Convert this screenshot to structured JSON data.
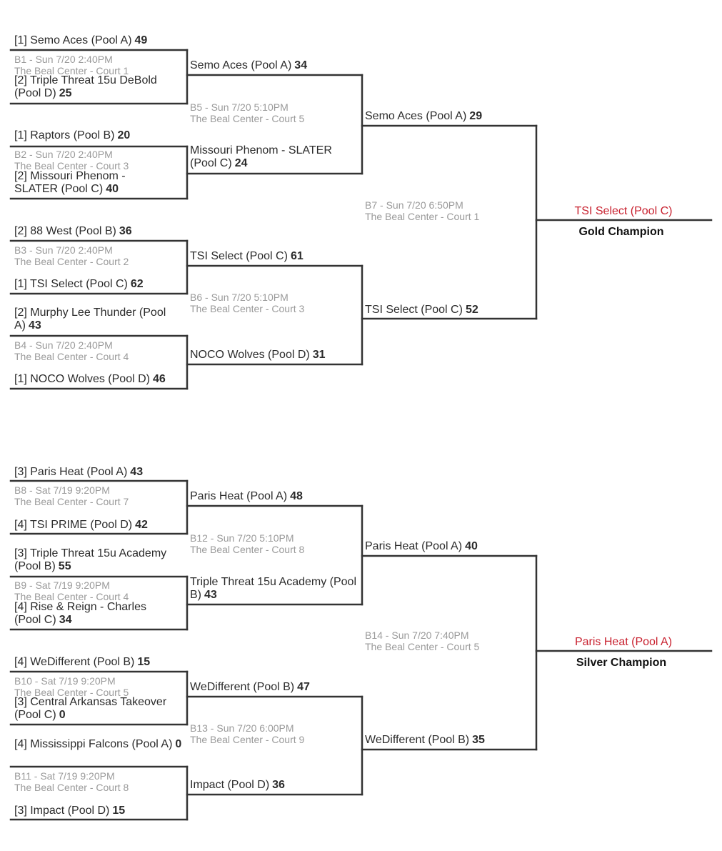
{
  "colors": {
    "line": "#333333",
    "text": "#2b2b2b",
    "muted": "#9a9a9a",
    "champion": "#c8202e"
  },
  "brackets": [
    {
      "champion": {
        "name": "TSI Select (Pool C)",
        "label": "Gold Champion"
      },
      "round1": [
        {
          "id": "B1 - Sun 7/20 2:40PM",
          "venue": "The Beal Center - Court 1",
          "top": {
            "name": "[1] Semo Aces (Pool A)",
            "score": "49"
          },
          "bottom": {
            "name": "[2] Triple Threat 15u DeBold (Pool D)",
            "score": "25"
          }
        },
        {
          "id": "B2 - Sun 7/20 2:40PM",
          "venue": "The Beal Center - Court 3",
          "top": {
            "name": "[1] Raptors (Pool B)",
            "score": "20"
          },
          "bottom": {
            "name": "[2] Missouri Phenom - SLATER (Pool C)",
            "score": "40"
          }
        },
        {
          "id": "B3 - Sun 7/20 2:40PM",
          "venue": "The Beal Center - Court 2",
          "top": {
            "name": "[2] 88 West (Pool B)",
            "score": "36"
          },
          "bottom": {
            "name": "[1] TSI Select (Pool C)",
            "score": "62"
          }
        },
        {
          "id": "B4 - Sun 7/20 2:40PM",
          "venue": "The Beal Center - Court 4",
          "top": {
            "name": "[2] Murphy Lee Thunder (Pool A)",
            "score": "43"
          },
          "bottom": {
            "name": "[1] NOCO Wolves (Pool D)",
            "score": "46"
          }
        }
      ],
      "round2": [
        {
          "id": "B5 - Sun 7/20 5:10PM",
          "venue": "The Beal Center - Court 5",
          "top": {
            "name": "Semo Aces (Pool A)",
            "score": "34"
          },
          "bottom": {
            "name": "Missouri Phenom - SLATER (Pool C)",
            "score": "24"
          }
        },
        {
          "id": "B6 - Sun 7/20 5:10PM",
          "venue": "The Beal Center - Court 3",
          "top": {
            "name": "TSI Select (Pool C)",
            "score": "61"
          },
          "bottom": {
            "name": "NOCO Wolves (Pool D)",
            "score": "31"
          }
        }
      ],
      "final": {
        "id": "B7 - Sun 7/20 6:50PM",
        "venue": "The Beal Center - Court 1",
        "top": {
          "name": "Semo Aces (Pool A)",
          "score": "29"
        },
        "bottom": {
          "name": "TSI Select (Pool C)",
          "score": "52"
        }
      }
    },
    {
      "champion": {
        "name": "Paris Heat (Pool A)",
        "label": "Silver Champion"
      },
      "round1": [
        {
          "id": "B8 - Sat 7/19 9:20PM",
          "venue": "The Beal Center - Court 7",
          "top": {
            "name": "[3] Paris Heat (Pool A)",
            "score": "43"
          },
          "bottom": {
            "name": "[4] TSI PRIME (Pool D)",
            "score": "42"
          }
        },
        {
          "id": "B9 - Sat 7/19 9:20PM",
          "venue": "The Beal Center - Court 4",
          "top": {
            "name": "[3] Triple Threat 15u Academy (Pool B)",
            "score": "55"
          },
          "bottom": {
            "name": "[4] Rise & Reign - Charles (Pool C)",
            "score": "34"
          }
        },
        {
          "id": "B10 - Sat 7/19 9:20PM",
          "venue": "The Beal Center - Court 5",
          "top": {
            "name": "[4] WeDifferent (Pool B)",
            "score": "15"
          },
          "bottom": {
            "name": "[3] Central Arkansas Takeover (Pool C)",
            "score": "0"
          }
        },
        {
          "id": "B11 - Sat 7/19 9:20PM",
          "venue": "The Beal Center - Court 8",
          "top": {
            "name": "[4] Mississippi Falcons (Pool A)",
            "score": "0"
          },
          "bottom": {
            "name": "[3] Impact (Pool D)",
            "score": "15"
          }
        }
      ],
      "round2": [
        {
          "id": "B12 - Sun 7/20 5:10PM",
          "venue": "The Beal Center - Court 8",
          "top": {
            "name": "Paris Heat (Pool A)",
            "score": "48"
          },
          "bottom": {
            "name": "Triple Threat 15u Academy (Pool B)",
            "score": "43"
          }
        },
        {
          "id": "B13 - Sun 7/20 6:00PM",
          "venue": "The Beal Center - Court 9",
          "top": {
            "name": "WeDifferent (Pool B)",
            "score": "47"
          },
          "bottom": {
            "name": "Impact (Pool D)",
            "score": "36"
          }
        }
      ],
      "final": {
        "id": "B14 - Sun 7/20 7:40PM",
        "venue": "The Beal Center - Court 5",
        "top": {
          "name": "Paris Heat (Pool A)",
          "score": "40"
        },
        "bottom": {
          "name": "WeDifferent (Pool B)",
          "score": "35"
        }
      }
    }
  ]
}
